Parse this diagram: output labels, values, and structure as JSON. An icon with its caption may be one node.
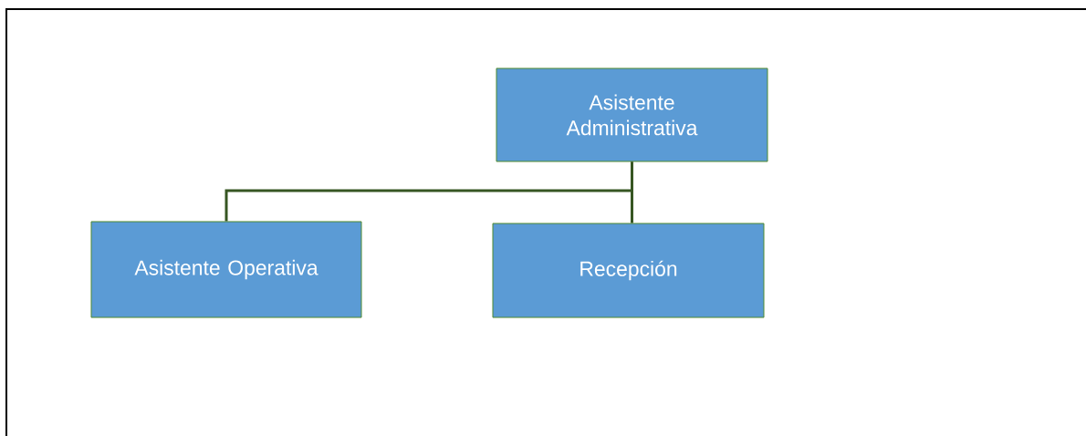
{
  "diagram": {
    "nodes": [
      {
        "text": [
          "Asistente Administrativa"
        ]
      },
      {
        "text": [
          "Asistente Operativa"
        ]
      },
      {
        "text": [
          "Recepción"
        ]
      }
    ],
    "edges": [
      {
        "from": 0,
        "to": 1,
        "arrow": "none"
      },
      {
        "from": 0,
        "to": 2,
        "arrow": "none"
      }
    ]
  }
}
